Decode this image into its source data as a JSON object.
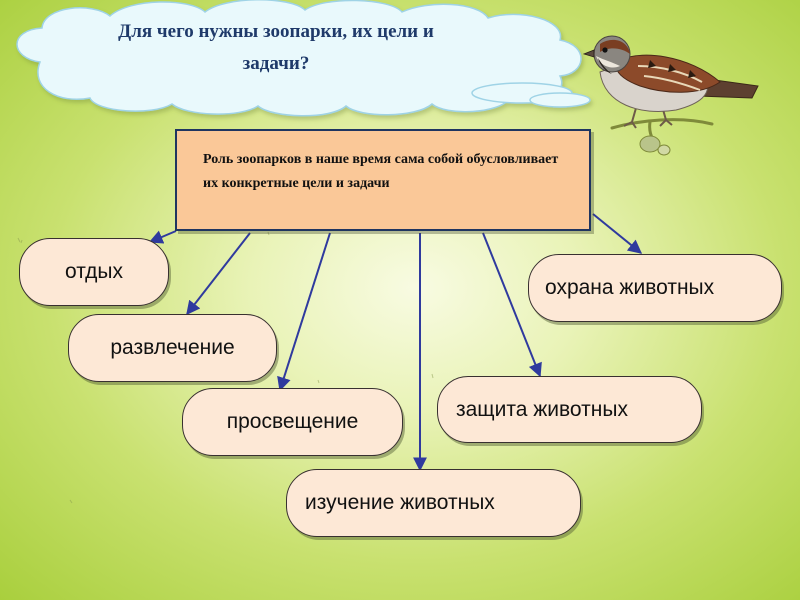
{
  "title": "Для чего нужны зоопарки, их цели и задачи?",
  "central_box": {
    "text": "Роль зоопарков в наше время сама собой обусловливает их конкретные цели и задачи"
  },
  "goals": {
    "rest": "отдых",
    "entertainment": "развлечение",
    "education": "просвещение",
    "study": "изучение животных",
    "protection": "защита животных",
    "conservation": "охрана животных"
  },
  "colors": {
    "background": "#c9e170",
    "cloud_fill": "#e9f9fc",
    "central_box_fill": "#fac898",
    "node_fill": "#fde8d6",
    "arrow": "#2f3a9e",
    "title_text": "#1f3a6a"
  },
  "icons": {
    "cloud": "cloud-shape",
    "bird": "sparrow-illustration"
  }
}
